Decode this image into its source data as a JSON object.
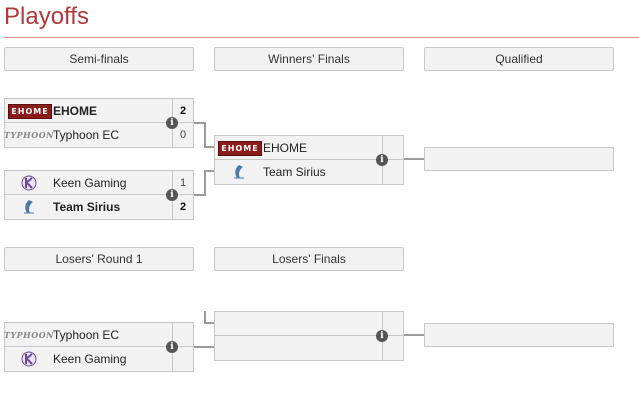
{
  "page": {
    "title": "Playoffs"
  },
  "rounds": {
    "semi_finals": "Semi-finals",
    "winners_finals": "Winners' Finals",
    "qualified": "Qualified",
    "losers_round_1": "Losers' Round 1",
    "losers_finals": "Losers' Finals"
  },
  "teams": {
    "ehome": {
      "name": "EHOME",
      "logo_text": "EHOME",
      "color": "#8a1c1c"
    },
    "typhoon": {
      "name": "Typhoon EC",
      "logo_text": "TYPHOON"
    },
    "keen": {
      "name": "Keen Gaming",
      "color": "#6a4a9c"
    },
    "sirius": {
      "name": "Team Sirius",
      "color": "#4a7aa8"
    }
  },
  "matches": {
    "semi1": {
      "top": {
        "team": "EHOME",
        "score": "2"
      },
      "bottom": {
        "team": "Typhoon EC",
        "score": "0"
      }
    },
    "semi2": {
      "top": {
        "team": "Keen Gaming",
        "score": "1"
      },
      "bottom": {
        "team": "Team Sirius",
        "score": "2"
      }
    },
    "winners_final": {
      "top": {
        "team": "EHOME",
        "score": ""
      },
      "bottom": {
        "team": "Team Sirius",
        "score": ""
      }
    },
    "losers_r1": {
      "top": {
        "team": "Typhoon EC",
        "score": ""
      },
      "bottom": {
        "team": "Keen Gaming",
        "score": ""
      }
    }
  },
  "icons": {
    "info": "i"
  },
  "colors": {
    "title": "#b03a3a",
    "title_rule": "#d48a8a",
    "box_bg": "#f2f2f2",
    "box_border": "#c8c8c8",
    "connector": "#9a9a9a",
    "info_icon_bg": "#555555"
  }
}
